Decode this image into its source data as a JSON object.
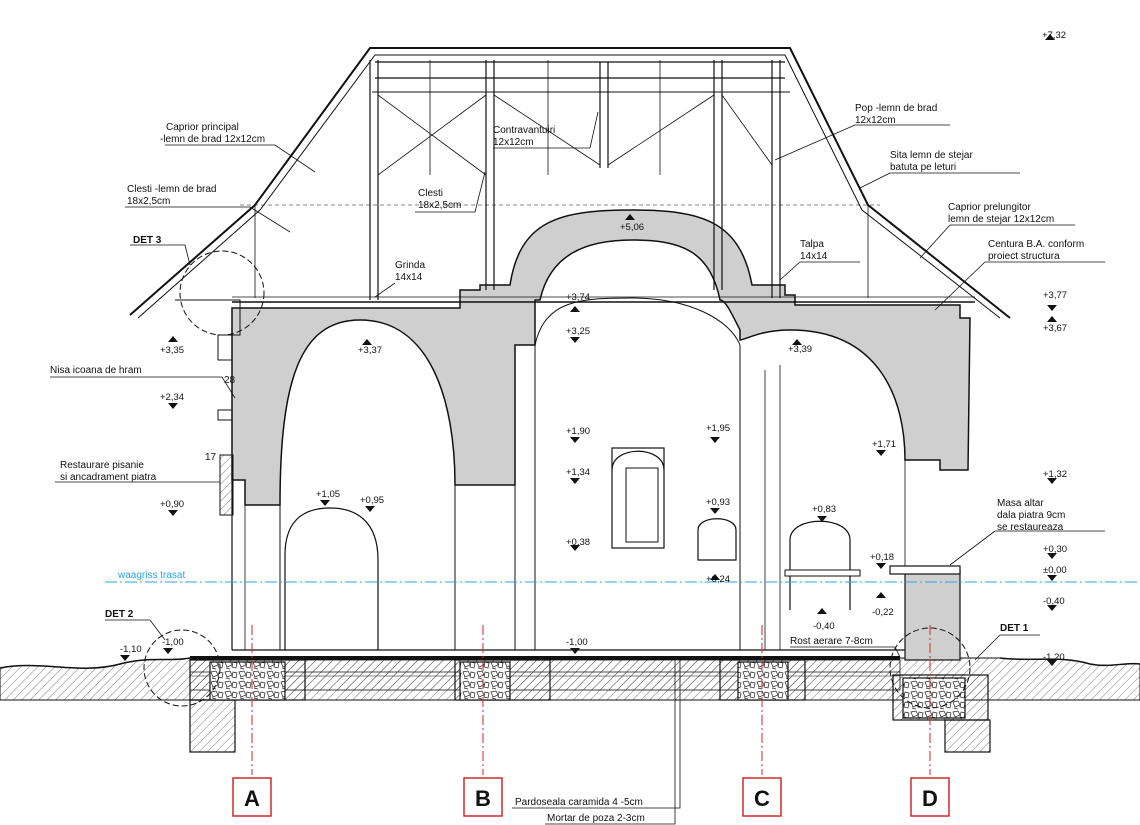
{
  "colors": {
    "line": "#111111",
    "masonry_fill": "#cfcfcf",
    "axis": "#d02a2a",
    "waagriss": "#2aa7e0"
  },
  "labels": {
    "caprior_principal_1": "Caprior principal",
    "caprior_principal_2": "-lemn de brad 12x12cm",
    "clesti_brad_1": "Clesti -lemn de brad",
    "clesti_brad_2": "18x2,5cm",
    "det3": "DET 3",
    "contravantuiri_1": "Contravantuiri",
    "contravantuiri_2": "12x12cm",
    "clesti_1": "Clesti",
    "clesti_2": "18x2,5cm",
    "grinda_1": "Grinda",
    "grinda_2": "14x14",
    "pop_1": "Pop -lemn de brad",
    "pop_2": "12x12cm",
    "sita_1": "Sita lemn de stejar",
    "sita_2": "batuta pe leturi",
    "caprior_prel_1": "Caprior prelungitor",
    "caprior_prel_2": "lemn de stejar 12x12cm",
    "talpa_1": "Talpa",
    "talpa_2": "14x14",
    "centura_1": "Centura B.A. conform",
    "centura_2": "proiect structura",
    "nisa": "Nisa icoana de hram",
    "dim_28": "28",
    "restaurare_1": "Restaurare pisanie",
    "restaurare_2": "si ancadrament piatra",
    "dim_17": "17",
    "waagriss": "waagriss trasat",
    "det2": "DET 2",
    "det1": "DET 1",
    "masa_1": "Masa altar",
    "masa_2": "dala piatra 9cm",
    "masa_3": "se restaureaza",
    "rost": "Rost aerare 7-8cm",
    "pardoseala": "Pardoseala caramida 4 -5cm",
    "mortar": "Mortar de poza  2-3cm"
  },
  "levels": {
    "l_732": "+7,32",
    "l_506": "+5,06",
    "l_374": "+3,74",
    "l_325": "+3,25",
    "l_335": "+3,35",
    "l_337": "+3,37",
    "l_339": "+3,39",
    "l_377": "+3,77",
    "l_367": "+3,67",
    "l_234": "+2,34",
    "l_190": "+1,90",
    "l_195": "+1,95",
    "l_171": "+1,71",
    "l_134": "+1,34",
    "l_132": "+1,32",
    "l_105": "+1,05",
    "l_095": "+0,95",
    "l_090": "+0,90",
    "l_093": "+0,93",
    "l_083": "+0,83",
    "l_038": "+0,38",
    "l_024": "+0,24",
    "l_018": "+0,18",
    "l_030": "+0,30",
    "l_000": "±0,00",
    "l_022": "-0,22",
    "l_040a": "-0,40",
    "l_040b": "-0,40",
    "l_100a": "-1,00",
    "l_100b": "-1,00",
    "l_110": "-1,10",
    "l_120": "-1,20"
  },
  "axes": {
    "a": "A",
    "b": "B",
    "c": "C",
    "d": "D"
  }
}
